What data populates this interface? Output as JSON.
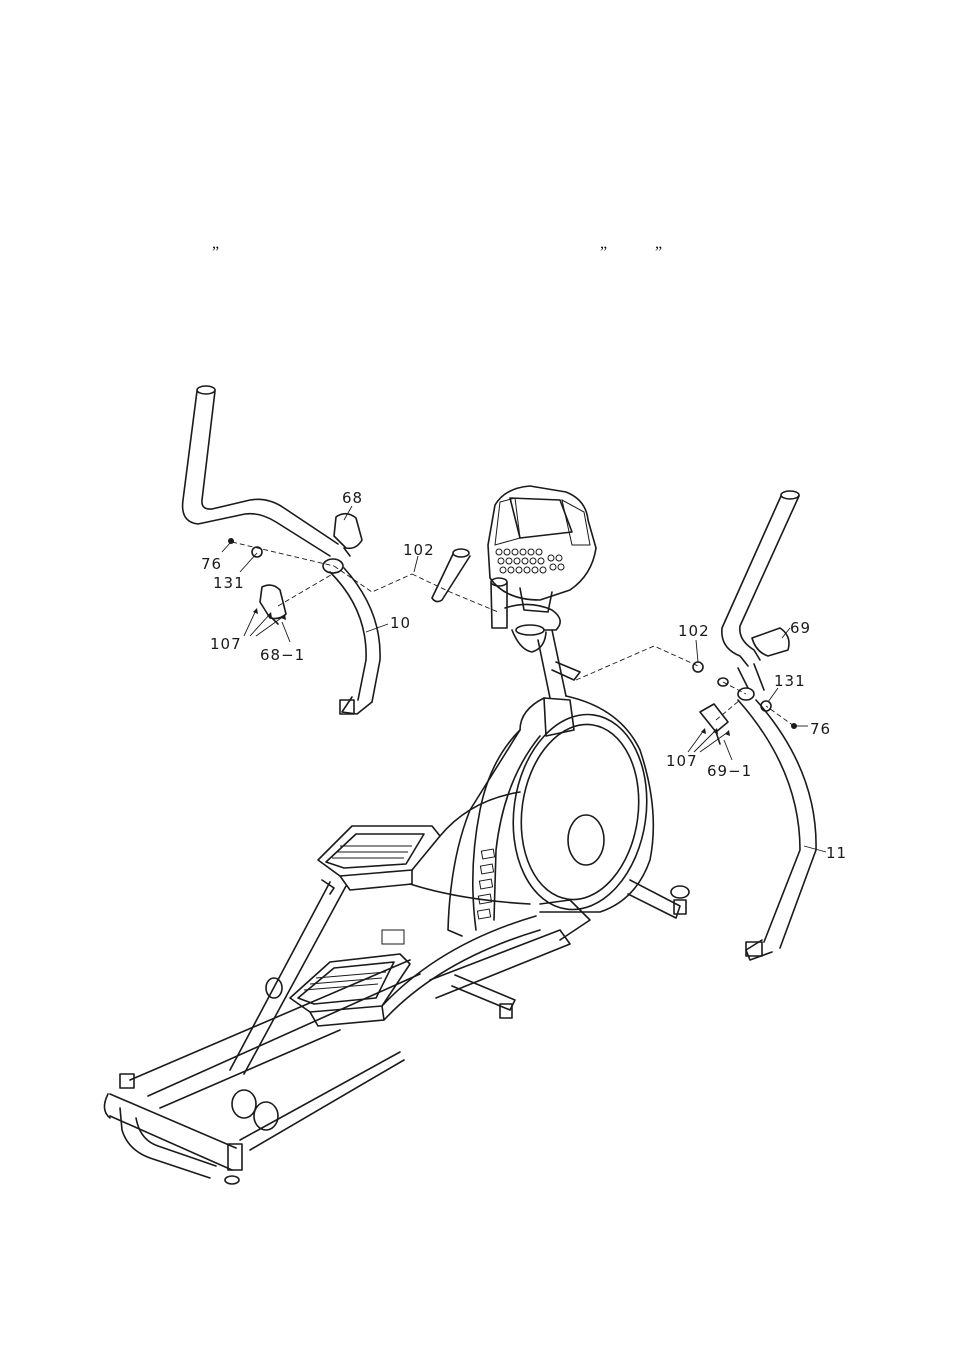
{
  "marks": {
    "q1": "”",
    "q2": "”",
    "q3": "”"
  },
  "callouts": [
    {
      "id": "68",
      "text": "68"
    },
    {
      "id": "102a",
      "text": "102"
    },
    {
      "id": "76a",
      "text": "76"
    },
    {
      "id": "131a",
      "text": "131"
    },
    {
      "id": "10",
      "text": "10"
    },
    {
      "id": "107a",
      "text": "107"
    },
    {
      "id": "68-1",
      "text": "68−1"
    },
    {
      "id": "102b",
      "text": "102"
    },
    {
      "id": "69",
      "text": "69"
    },
    {
      "id": "131b",
      "text": "131"
    },
    {
      "id": "76b",
      "text": "76"
    },
    {
      "id": "107b",
      "text": "107"
    },
    {
      "id": "69-1",
      "text": "69−1"
    },
    {
      "id": "11",
      "text": "11"
    }
  ]
}
